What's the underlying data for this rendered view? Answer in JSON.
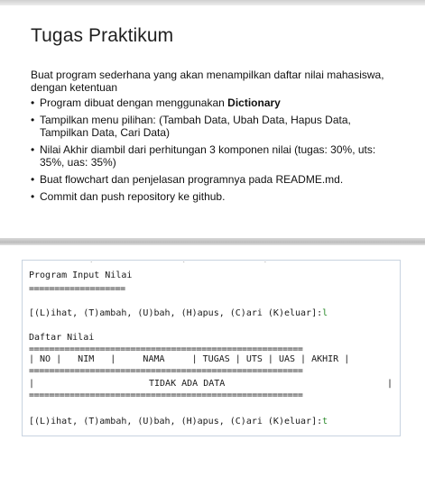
{
  "slide": {
    "title": "Tugas Praktikum",
    "intro": "Buat program sederhana yang akan menampilkan daftar nilai mahasiswa, dengan ketentuan",
    "bullets": {
      "b1_text": "Program dibuat dengan menggunakan ",
      "b1_bold": "Dictionary",
      "b2": "Tampilkan menu pilihan: (Tambah Data, Ubah Data, Hapus Data, Tampilkan Data, Cari Data)",
      "b3": "Nilai Akhir diambil dari perhitungan 3 komponen nilai (tugas: 30%, uts: 35%, uas: 35%)",
      "b4": "Buat flowchart dan penjelasan programnya pada README.md.",
      "b5": "Commit dan push repository ke github."
    }
  },
  "console": {
    "clipped_top": "           .                .              .",
    "program_title": "Program Input Nilai",
    "title_underline": "===================",
    "menu_prompt_1": "[(L)ihat, (T)ambah, (U)bah, (H)apus, (C)ari (K)eluar]:",
    "input_1": "l",
    "table_heading": "Daftar Nilai",
    "rule_top": "======================================================",
    "header_row": "| NO |   NIM   |     NAMA     | TUGAS | UTS | UAS | AKHIR |",
    "rule_mid": "======================================================",
    "empty_row_left": "|",
    "empty_row_text": "TIDAK ADA DATA",
    "empty_row_right": "|",
    "rule_bottom": "======================================================",
    "menu_prompt_2": "[(L)ihat, (T)ambah, (U)bah, (H)apus, (C)ari (K)eluar]:",
    "input_2": "t"
  }
}
